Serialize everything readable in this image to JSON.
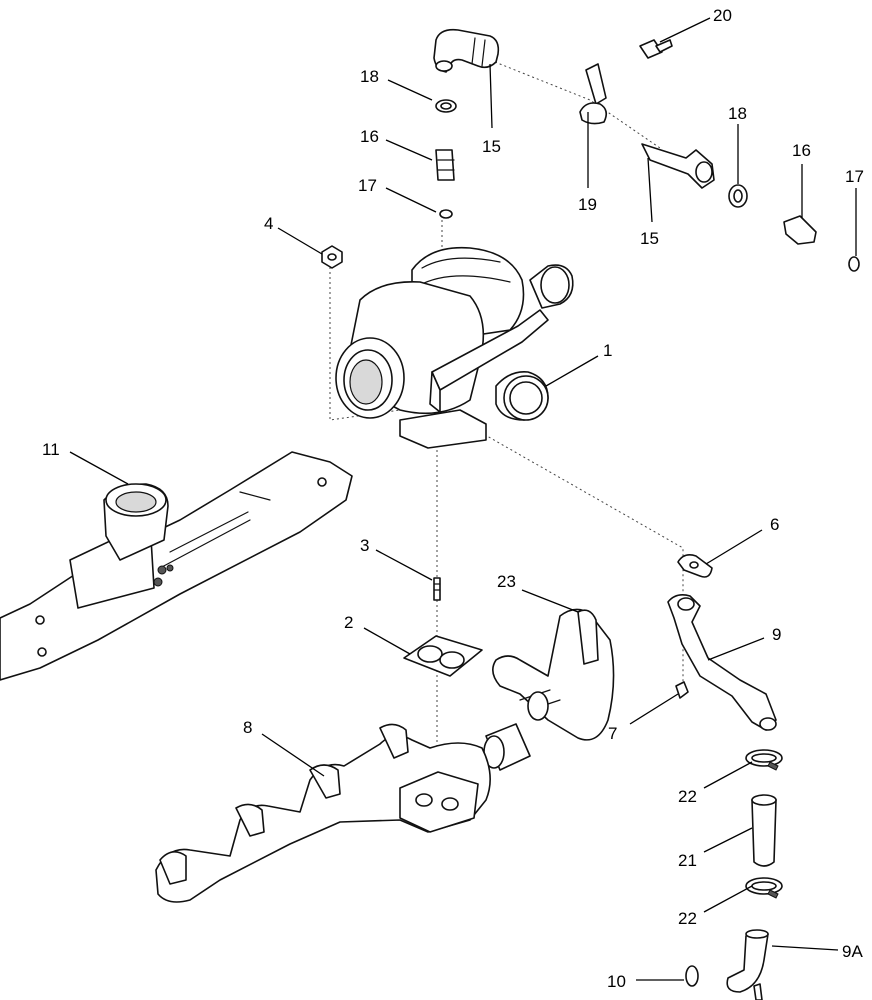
{
  "callouts": [
    {
      "id": "c20a",
      "label": "20"
    },
    {
      "id": "c18a",
      "label": "18"
    },
    {
      "id": "c16a",
      "label": "16"
    },
    {
      "id": "c17a",
      "label": "17"
    },
    {
      "id": "c15a",
      "label": "15"
    },
    {
      "id": "c19",
      "label": "19"
    },
    {
      "id": "c15b",
      "label": "15"
    },
    {
      "id": "c18b",
      "label": "18"
    },
    {
      "id": "c16b",
      "label": "16"
    },
    {
      "id": "c17b",
      "label": "17"
    },
    {
      "id": "c4",
      "label": "4"
    },
    {
      "id": "c1",
      "label": "1"
    },
    {
      "id": "c11",
      "label": "11"
    },
    {
      "id": "c3",
      "label": "3"
    },
    {
      "id": "c6",
      "label": "6"
    },
    {
      "id": "c23",
      "label": "23"
    },
    {
      "id": "c2",
      "label": "2"
    },
    {
      "id": "c9",
      "label": "9"
    },
    {
      "id": "c8",
      "label": "8"
    },
    {
      "id": "c7",
      "label": "7"
    },
    {
      "id": "c22a",
      "label": "22"
    },
    {
      "id": "c21",
      "label": "21"
    },
    {
      "id": "c22b",
      "label": "22"
    },
    {
      "id": "c9a",
      "label": "9A"
    },
    {
      "id": "c10",
      "label": "10"
    }
  ]
}
